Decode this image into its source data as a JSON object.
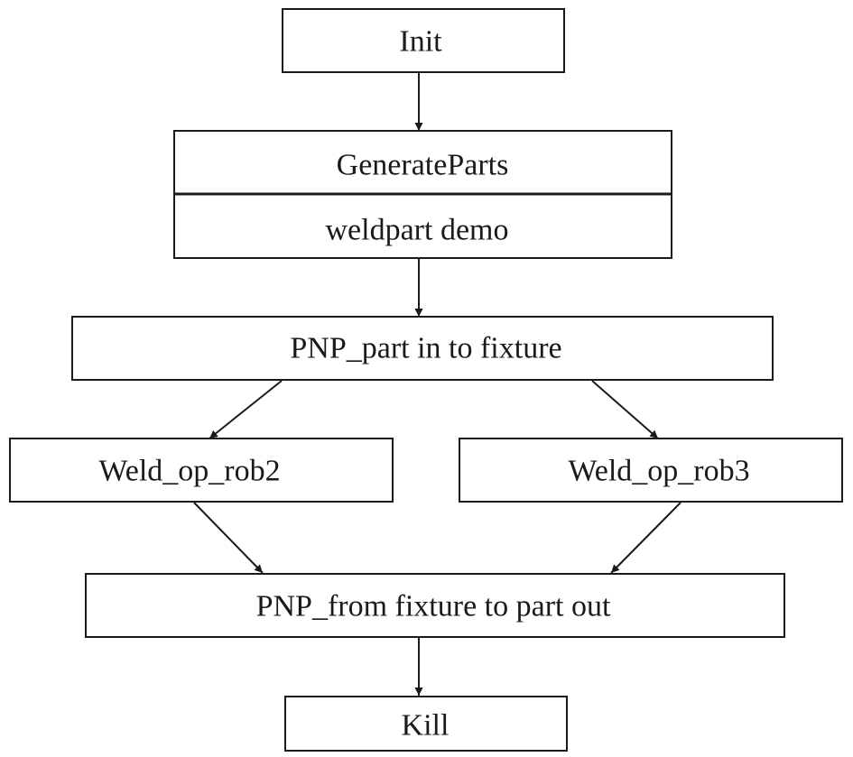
{
  "nodes": {
    "init": "Init",
    "generate_parts": "GenerateParts",
    "weldpart_demo": "weldpart demo",
    "pnp_in": "PNP_part in to fixture",
    "weld_rob2": "Weld_op_rob2",
    "weld_rob3": "Weld_op_rob3",
    "pnp_out": "PNP_from fixture to part out",
    "kill": "Kill"
  },
  "edges": [
    {
      "from": "init",
      "to": "generate_parts"
    },
    {
      "from": "weldpart_demo",
      "to": "pnp_in"
    },
    {
      "from": "pnp_in",
      "to": "weld_rob2"
    },
    {
      "from": "pnp_in",
      "to": "weld_rob3"
    },
    {
      "from": "weld_rob2",
      "to": "pnp_out"
    },
    {
      "from": "weld_rob3",
      "to": "pnp_out"
    },
    {
      "from": "pnp_out",
      "to": "kill"
    }
  ],
  "colors": {
    "stroke": "#1a1a1a",
    "background": "#ffffff"
  }
}
